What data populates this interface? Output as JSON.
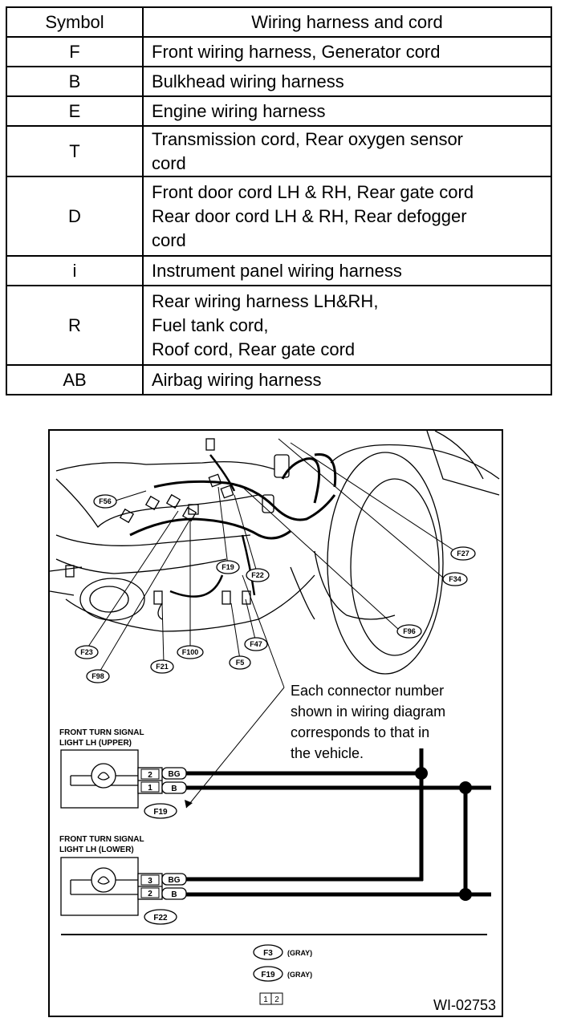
{
  "table": {
    "header": {
      "symbol": "Symbol",
      "desc": "Wiring harness and cord"
    },
    "rows": [
      {
        "symbol": "F",
        "desc": "Front wiring harness, Generator cord"
      },
      {
        "symbol": "B",
        "desc": "Bulkhead wiring harness"
      },
      {
        "symbol": "E",
        "desc": "Engine wiring harness"
      },
      {
        "symbol": "T",
        "desc": "Transmission cord, Rear oxygen sensor\ncord"
      },
      {
        "symbol": "D",
        "desc": "Front door cord LH & RH, Rear gate cord\nRear door cord LH & RH, Rear defogger\ncord"
      },
      {
        "symbol": "i",
        "desc": "Instrument panel wiring harness"
      },
      {
        "symbol": "R",
        "desc": "Rear wiring harness LH&RH,\nFuel tank cord,\nRoof cord, Rear gate cord"
      },
      {
        "symbol": "AB",
        "desc": "Airbag wiring harness"
      }
    ]
  },
  "figure": {
    "connector_labels": {
      "f56": "F56",
      "f27": "F27",
      "f34": "F34",
      "f19": "F19",
      "f22": "F22",
      "f96": "F96",
      "f47": "F47",
      "f23": "F23",
      "f98": "F98",
      "f21": "F21",
      "f100": "F100",
      "f5": "F5"
    },
    "note": {
      "line1": "Each connector number",
      "line2": "shown in wiring diagram",
      "line3": "corresponds to that in",
      "line4": "the vehicle."
    },
    "upper": {
      "title1": "FRONT TURN SIGNAL",
      "title2": "LIGHT LH (UPPER)",
      "pin_a": "2",
      "color_a": "BG",
      "pin_b": "1",
      "color_b": "B",
      "connector": "F19"
    },
    "lower": {
      "title1": "FRONT TURN SIGNAL",
      "title2": "LIGHT LH (LOWER)",
      "pin_a": "3",
      "color_a": "BG",
      "pin_b": "2",
      "color_b": "B",
      "connector": "F22"
    },
    "legend": {
      "f3": "F3",
      "f3_color": "(GRAY)",
      "f19": "F19",
      "f19_color": "(GRAY)",
      "pin1": "1",
      "pin2": "2"
    },
    "figure_id": "WI-02753"
  }
}
